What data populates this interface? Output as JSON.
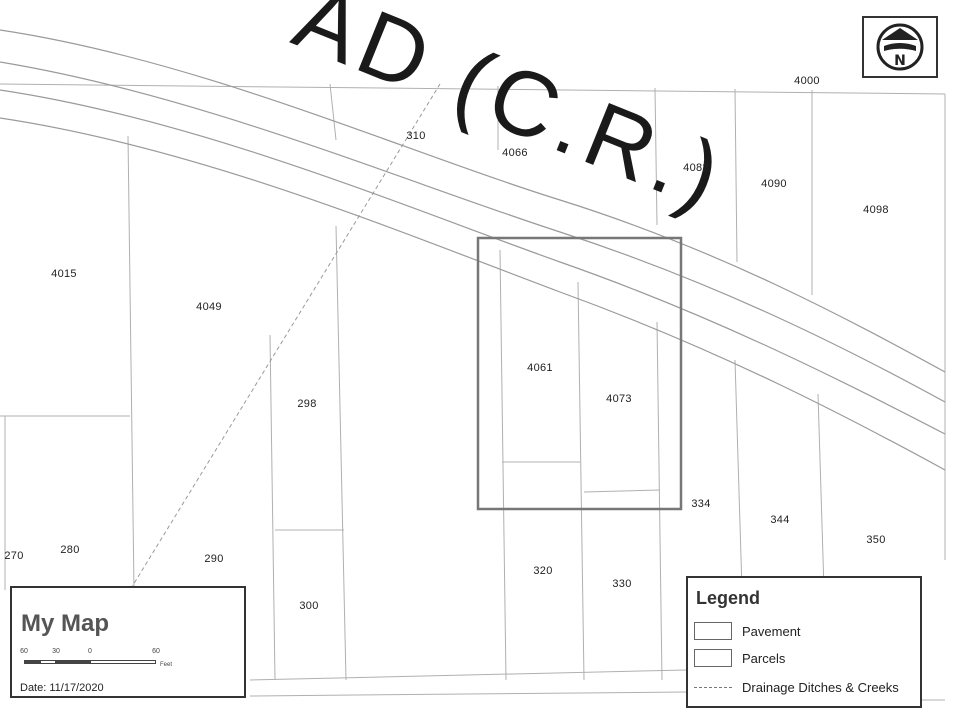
{
  "road_name": "AD (C.R.)",
  "map_title": "My Map",
  "date_text": "Date: 11/17/2020",
  "scale": {
    "ticks": [
      "60",
      "30",
      "0",
      "60"
    ],
    "units": "Feet"
  },
  "legend": {
    "title": "Legend",
    "items": [
      {
        "label": "Pavement",
        "kind": "box"
      },
      {
        "label": "Parcels",
        "kind": "box"
      },
      {
        "label": "Drainage Ditches & Creeks",
        "kind": "line"
      }
    ]
  },
  "parcels": [
    "4000",
    "310",
    "4066",
    "4082",
    "4090",
    "4098",
    "4015",
    "4049",
    "4061",
    "4073",
    "298",
    "334",
    "344",
    "350",
    "270",
    "280",
    "290",
    "320",
    "330",
    "300"
  ],
  "north_arrow_icon": "north-arrow-icon",
  "colors": {
    "line": "#a8a8a8",
    "highlight": "#777777"
  }
}
